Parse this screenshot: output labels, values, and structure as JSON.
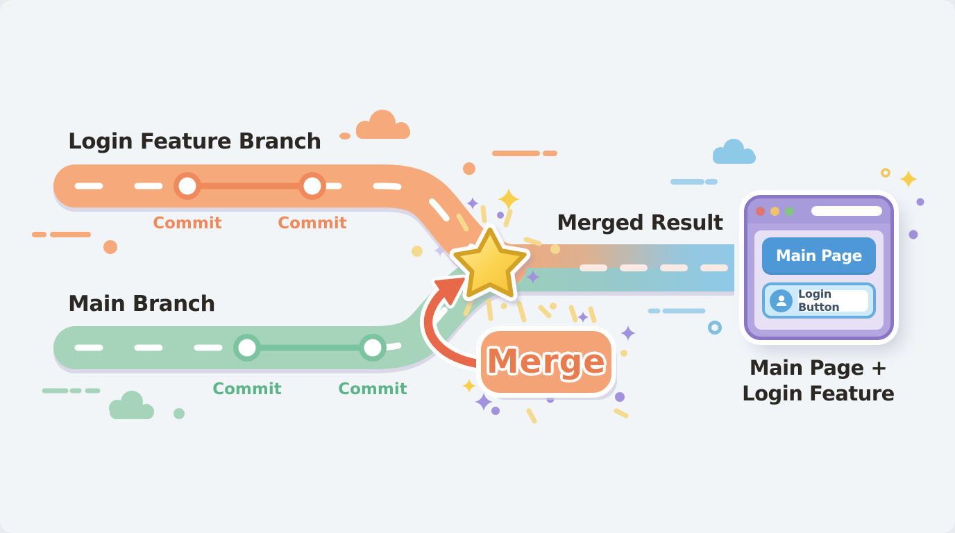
{
  "illustration": {
    "subject": "git-branch-merge-diagram"
  },
  "feature_branch": {
    "label": "Login Feature Branch",
    "commits": [
      "Commit",
      "Commit"
    ]
  },
  "main_branch": {
    "label": "Main Branch",
    "commits": [
      "Commit",
      "Commit"
    ]
  },
  "merge": {
    "label": "Merge"
  },
  "merged": {
    "label": "Merged Result"
  },
  "browser": {
    "main_page_label": "Main Page",
    "login_label": "Login Button"
  },
  "result_caption": {
    "line1": "Main Page +",
    "line2": "Login Feature"
  },
  "colors": {
    "background": "#f2f5f8",
    "road_orange": "#f6a97b",
    "orange_dark": "#ee8a5c",
    "road_green": "#a6d4ba",
    "green_dark": "#7cc4a0",
    "green_label": "#5fb389",
    "merged_blue": "#8fc9e8",
    "road_shadow": "#dad7e7",
    "star_gold": "#f8c93e",
    "star_border": "#d3a125",
    "arrow_coral": "#e8694a",
    "badge_fill": "#f4a376",
    "badge_text": "#e97c4e",
    "title_text": "#2b2824",
    "sparkle_purple": "#a291dd",
    "sparkle_yellow": "#f4d98e",
    "browser_frame": "#b3a5e0",
    "browser_border": "#8a76c4",
    "browser_content": "#e7e1f6",
    "button_blue": "#4f98d8",
    "login_fill": "#cdeafa",
    "login_border": "#65ade0",
    "login_text": "#3f5166",
    "dot_red": "#e0766f",
    "dot_yellow": "#eec36a",
    "dot_green": "#83c383",
    "decor_blue": "#a3d2ea"
  }
}
